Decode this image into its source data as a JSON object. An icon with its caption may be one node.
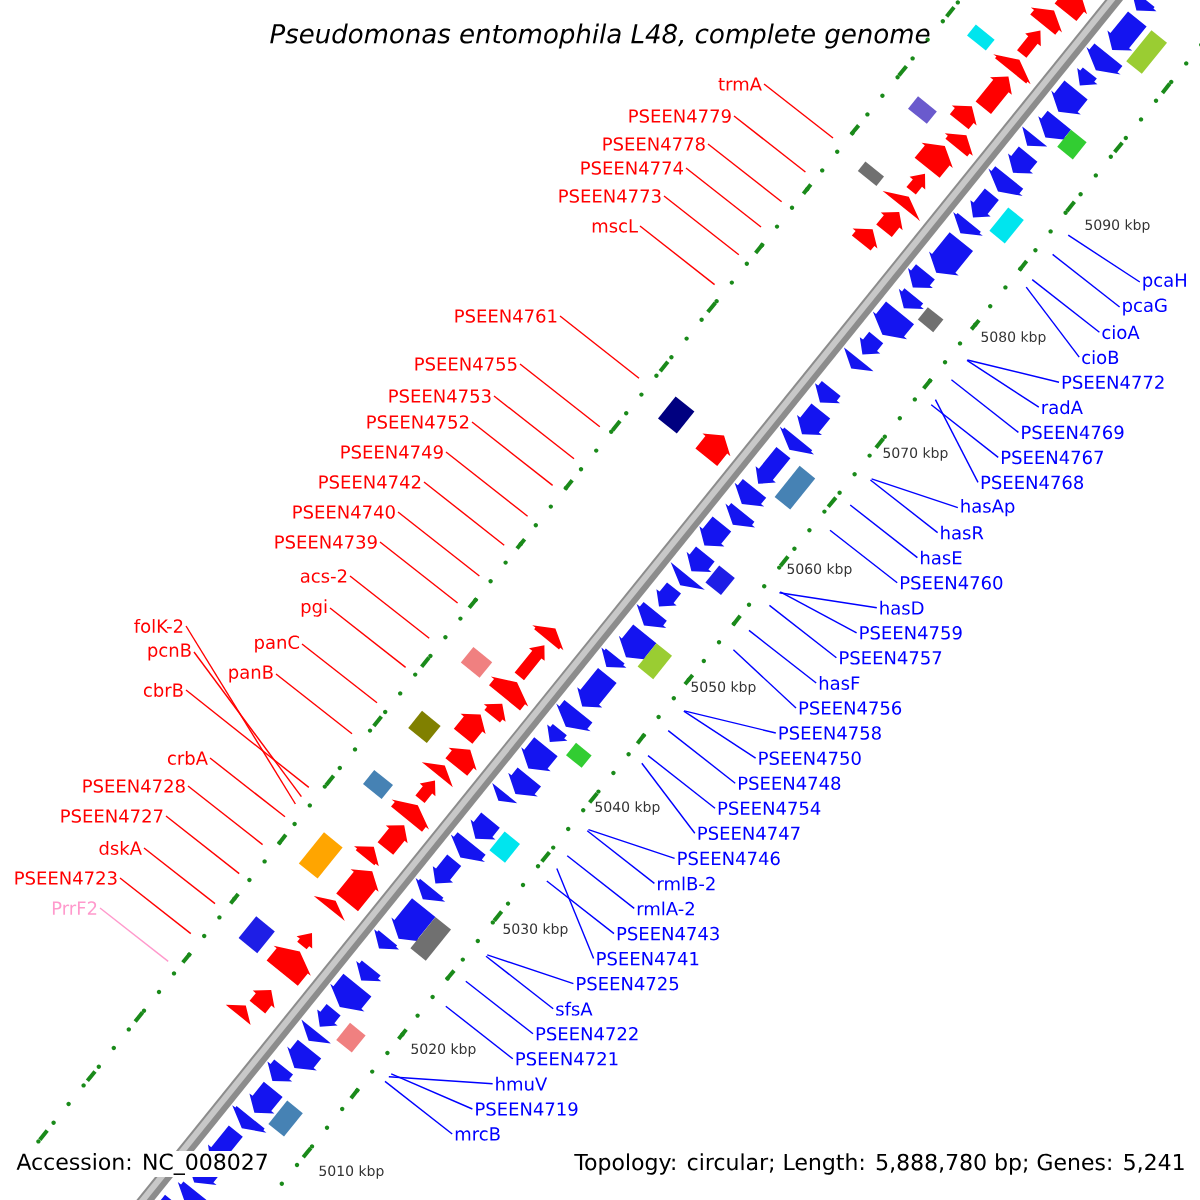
{
  "diagram": {
    "title": "Pseudomonas entomophila L48, complete genome",
    "nodes": [
      {
        "text": [
          "trmA"
        ]
      },
      {
        "text": [
          "PSEEN4779"
        ]
      },
      {
        "text": [
          "PSEEN4778"
        ]
      },
      {
        "text": [
          "PSEEN4774"
        ]
      },
      {
        "text": [
          "PSEEN4773"
        ]
      },
      {
        "text": [
          "mscL"
        ]
      },
      {
        "text": [
          "PSEEN4761"
        ]
      },
      {
        "text": [
          "PSEEN4755"
        ]
      },
      {
        "text": [
          "PSEEN4753"
        ]
      },
      {
        "text": [
          "PSEEN4752"
        ]
      },
      {
        "text": [
          "PSEEN4749"
        ]
      },
      {
        "text": [
          "PSEEN4742"
        ]
      },
      {
        "text": [
          "PSEEN4740"
        ]
      },
      {
        "text": [
          "PSEEN4739"
        ]
      },
      {
        "text": [
          "acs-2"
        ]
      },
      {
        "text": [
          "pgi"
        ]
      },
      {
        "text": [
          "folK-2"
        ]
      },
      {
        "text": [
          "panC"
        ]
      },
      {
        "text": [
          "pcnB"
        ]
      },
      {
        "text": [
          "panB"
        ]
      },
      {
        "text": [
          "cbrB"
        ]
      },
      {
        "text": [
          "crbA"
        ]
      },
      {
        "text": [
          "PSEEN4728"
        ]
      },
      {
        "text": [
          "PSEEN4727"
        ]
      },
      {
        "text": [
          "dskA"
        ]
      },
      {
        "text": [
          "PSEEN4723"
        ]
      },
      {
        "text": [
          "PrrF2"
        ]
      },
      {
        "text": [
          "pcaH"
        ]
      },
      {
        "text": [
          "pcaG"
        ]
      },
      {
        "text": [
          "cioA"
        ]
      },
      {
        "text": [
          "cioB"
        ]
      },
      {
        "text": [
          "PSEEN4772"
        ]
      },
      {
        "text": [
          "radA"
        ]
      },
      {
        "text": [
          "PSEEN4769"
        ]
      },
      {
        "text": [
          "PSEEN4768"
        ]
      },
      {
        "text": [
          "PSEEN4767"
        ]
      },
      {
        "text": [
          "hasR"
        ]
      },
      {
        "text": [
          "hasAp"
        ]
      },
      {
        "text": [
          "hasE"
        ]
      },
      {
        "text": [
          "hasD"
        ]
      },
      {
        "text": [
          "PSEEN4760"
        ]
      },
      {
        "text": [
          "PSEEN4759"
        ]
      },
      {
        "text": [
          "hasF"
        ]
      },
      {
        "text": [
          "PSEEN4757"
        ]
      },
      {
        "text": [
          "PSEEN4756"
        ]
      },
      {
        "text": [
          "PSEEN4758"
        ]
      },
      {
        "text": [
          "PSEEN4754"
        ]
      },
      {
        "text": [
          "PSEEN4750"
        ]
      },
      {
        "text": [
          "PSEEN4748"
        ]
      },
      {
        "text": [
          "PSEEN4747"
        ]
      },
      {
        "text": [
          "PSEEN4746"
        ]
      },
      {
        "text": [
          "rmlB-2"
        ]
      },
      {
        "text": [
          "rmlA-2"
        ]
      },
      {
        "text": [
          "PSEEN4743"
        ]
      },
      {
        "text": [
          "PSEEN4741"
        ]
      },
      {
        "text": [
          "PSEEN4725"
        ]
      },
      {
        "text": [
          "sfsA"
        ]
      },
      {
        "text": [
          "PSEEN4722"
        ]
      },
      {
        "text": [
          "PSEEN4721"
        ]
      },
      {
        "text": [
          "hmuV"
        ]
      },
      {
        "text": [
          "PSEEN4719"
        ]
      },
      {
        "text": [
          "mrcB"
        ]
      }
    ],
    "edges": [
      {
        "from": 0,
        "to": null,
        "arrow": "none",
        "color": "#ff0000"
      },
      {
        "from": 1,
        "to": null,
        "arrow": "none",
        "color": "#ff0000"
      },
      {
        "from": 2,
        "to": null,
        "arrow": "none",
        "color": "#ff0000"
      },
      {
        "from": 3,
        "to": null,
        "arrow": "none",
        "color": "#ff0000"
      },
      {
        "from": 4,
        "to": null,
        "arrow": "none",
        "color": "#ff0000"
      },
      {
        "from": 5,
        "to": null,
        "arrow": "none",
        "color": "#ff0000"
      },
      {
        "from": 6,
        "to": null,
        "arrow": "none",
        "color": "#ff0000"
      },
      {
        "from": 7,
        "to": null,
        "arrow": "none",
        "color": "#ff0000"
      },
      {
        "from": 8,
        "to": null,
        "arrow": "none",
        "color": "#ff0000"
      },
      {
        "from": 9,
        "to": null,
        "arrow": "none",
        "color": "#ff0000"
      },
      {
        "from": 10,
        "to": null,
        "arrow": "none",
        "color": "#ff0000"
      },
      {
        "from": 11,
        "to": null,
        "arrow": "none",
        "color": "#ff0000"
      },
      {
        "from": 12,
        "to": null,
        "arrow": "none",
        "color": "#ff0000"
      },
      {
        "from": 13,
        "to": null,
        "arrow": "none",
        "color": "#ff0000"
      },
      {
        "from": 14,
        "to": null,
        "arrow": "none",
        "color": "#ff0000"
      },
      {
        "from": 15,
        "to": null,
        "arrow": "none",
        "color": "#ff0000"
      },
      {
        "from": 16,
        "to": null,
        "arrow": "none",
        "color": "#ff0000"
      },
      {
        "from": 17,
        "to": null,
        "arrow": "none",
        "color": "#ff0000"
      },
      {
        "from": 18,
        "to": null,
        "arrow": "none",
        "color": "#ff0000"
      },
      {
        "from": 19,
        "to": null,
        "arrow": "none",
        "color": "#ff0000"
      },
      {
        "from": 20,
        "to": null,
        "arrow": "none",
        "color": "#ff0000"
      },
      {
        "from": 21,
        "to": null,
        "arrow": "none",
        "color": "#ff0000"
      },
      {
        "from": 22,
        "to": null,
        "arrow": "none",
        "color": "#ff0000"
      },
      {
        "from": 23,
        "to": null,
        "arrow": "none",
        "color": "#ff0000"
      },
      {
        "from": 24,
        "to": null,
        "arrow": "none",
        "color": "#ff0000"
      },
      {
        "from": 25,
        "to": null,
        "arrow": "none",
        "color": "#ff0000"
      },
      {
        "from": 26,
        "to": null,
        "arrow": "none",
        "color": "#ff99cc"
      },
      {
        "from": 27,
        "to": null,
        "arrow": "none"
      },
      {
        "from": 28,
        "to": null,
        "arrow": "none"
      },
      {
        "from": 29,
        "to": null,
        "arrow": "none"
      },
      {
        "from": 30,
        "to": null,
        "arrow": "none"
      },
      {
        "from": 31,
        "to": null,
        "arrow": "none"
      },
      {
        "from": 32,
        "to": null,
        "arrow": "none"
      },
      {
        "from": 33,
        "to": null,
        "arrow": "none"
      },
      {
        "from": 34,
        "to": null,
        "arrow": "none"
      },
      {
        "from": 35,
        "to": null,
        "arrow": "none"
      },
      {
        "from": 36,
        "to": null,
        "arrow": "none"
      },
      {
        "from": 37,
        "to": null,
        "arrow": "none"
      },
      {
        "from": 38,
        "to": null,
        "arrow": "none"
      },
      {
        "from": 39,
        "to": null,
        "arrow": "none"
      },
      {
        "from": 40,
        "to": null,
        "arrow": "none"
      },
      {
        "from": 41,
        "to": null,
        "arrow": "none"
      },
      {
        "from": 42,
        "to": null,
        "arrow": "none"
      },
      {
        "from": 43,
        "to": null,
        "arrow": "none"
      },
      {
        "from": 44,
        "to": null,
        "arrow": "none"
      },
      {
        "from": 45,
        "to": null,
        "arrow": "none"
      },
      {
        "from": 46,
        "to": null,
        "arrow": "none"
      },
      {
        "from": 47,
        "to": null,
        "arrow": "none"
      },
      {
        "from": 48,
        "to": null,
        "arrow": "none"
      },
      {
        "from": 49,
        "to": null,
        "arrow": "none"
      },
      {
        "from": 50,
        "to": null,
        "arrow": "none"
      },
      {
        "from": 51,
        "to": null,
        "arrow": "none"
      },
      {
        "from": 52,
        "to": null,
        "arrow": "none"
      },
      {
        "from": 53,
        "to": null,
        "arrow": "none"
      },
      {
        "from": 54,
        "to": null,
        "arrow": "none"
      },
      {
        "from": 55,
        "to": null,
        "arrow": "none"
      },
      {
        "from": 56,
        "to": null,
        "arrow": "none"
      },
      {
        "from": 57,
        "to": null,
        "arrow": "none"
      },
      {
        "from": 58,
        "to": null,
        "arrow": "none"
      },
      {
        "from": 59,
        "to": null,
        "arrow": "none"
      },
      {
        "from": 60,
        "to": null,
        "arrow": "none"
      },
      {
        "from": 61,
        "to": null,
        "arrow": "none"
      }
    ],
    "labels": [
      "5090 kbp",
      "5080 kbp",
      "5070 kbp",
      "5060 kbp",
      "5050 kbp",
      "5040 kbp",
      "5030 kbp",
      "5020 kbp",
      "5010 kbp",
      "Accession: NC_008027",
      "Topology: circular; Length: 5,888,780 bp; Genes: 5,241"
    ]
  }
}
